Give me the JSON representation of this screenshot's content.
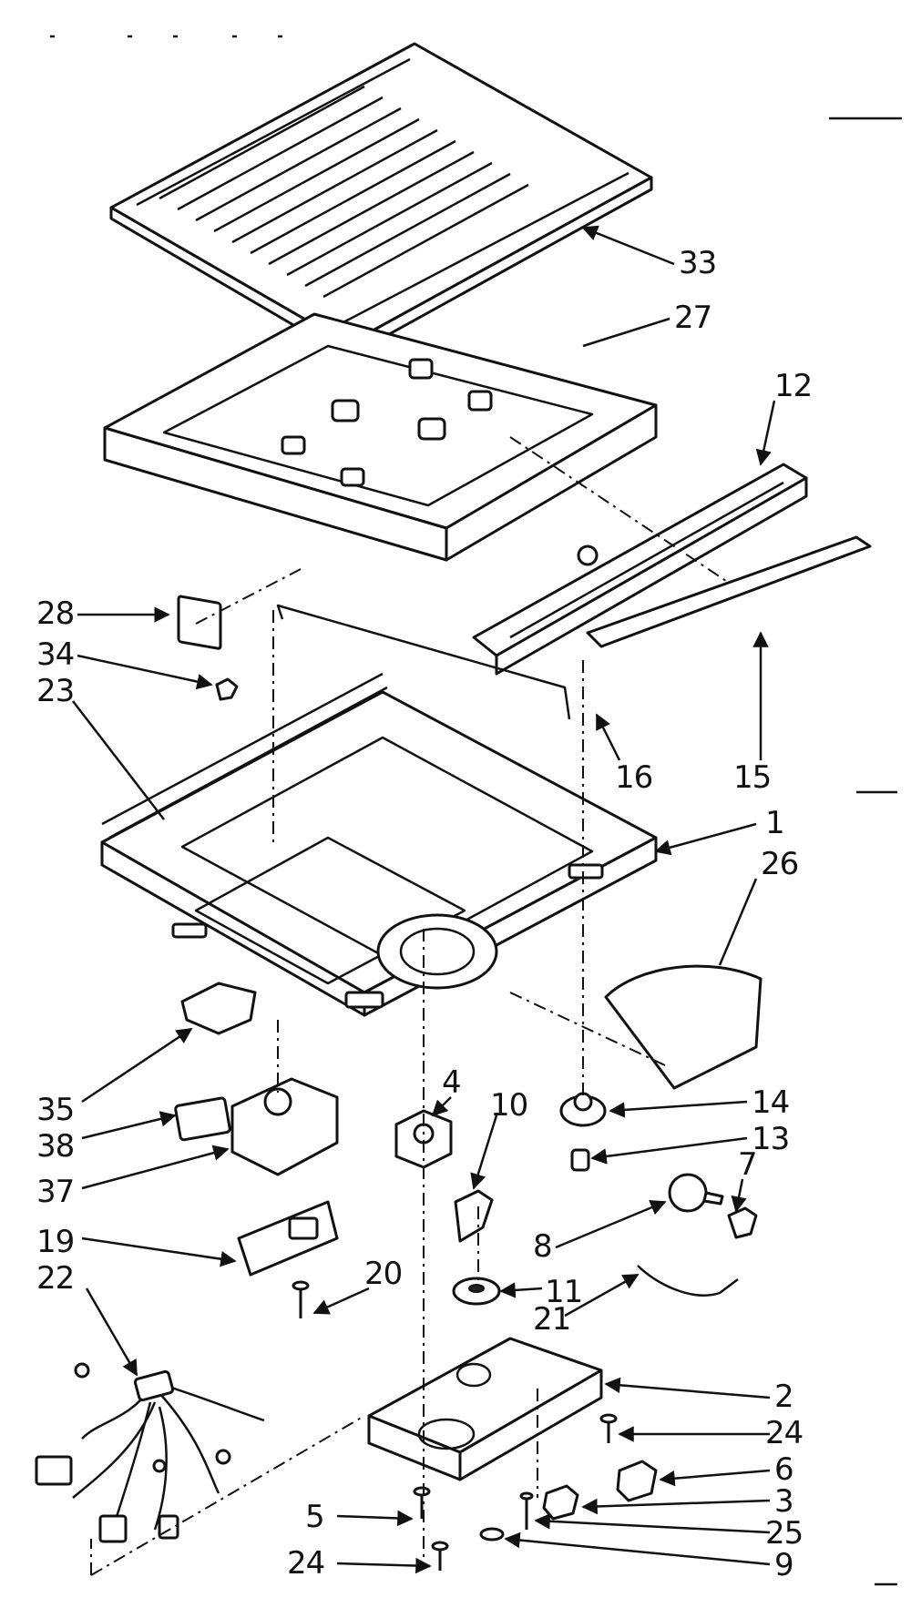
{
  "callouts": {
    "c1": "1",
    "c2": "2",
    "c3": "3",
    "c4": "4",
    "c5": "5",
    "c6": "6",
    "c7": "7",
    "c8": "8",
    "c9": "9",
    "c10": "10",
    "c11": "11",
    "c12": "12",
    "c13": "13",
    "c14": "14",
    "c15": "15",
    "c16": "16",
    "c19": "19",
    "c20": "20",
    "c21": "21",
    "c22": "22",
    "c23": "23",
    "c24a": "24",
    "c24b": "24",
    "c25": "25",
    "c26": "26",
    "c27": "27",
    "c28": "28",
    "c33": "33",
    "c34": "34",
    "c35": "35",
    "c37": "37",
    "c38": "38"
  },
  "colors": {
    "ink": "#111111",
    "paper": "#ffffff"
  }
}
